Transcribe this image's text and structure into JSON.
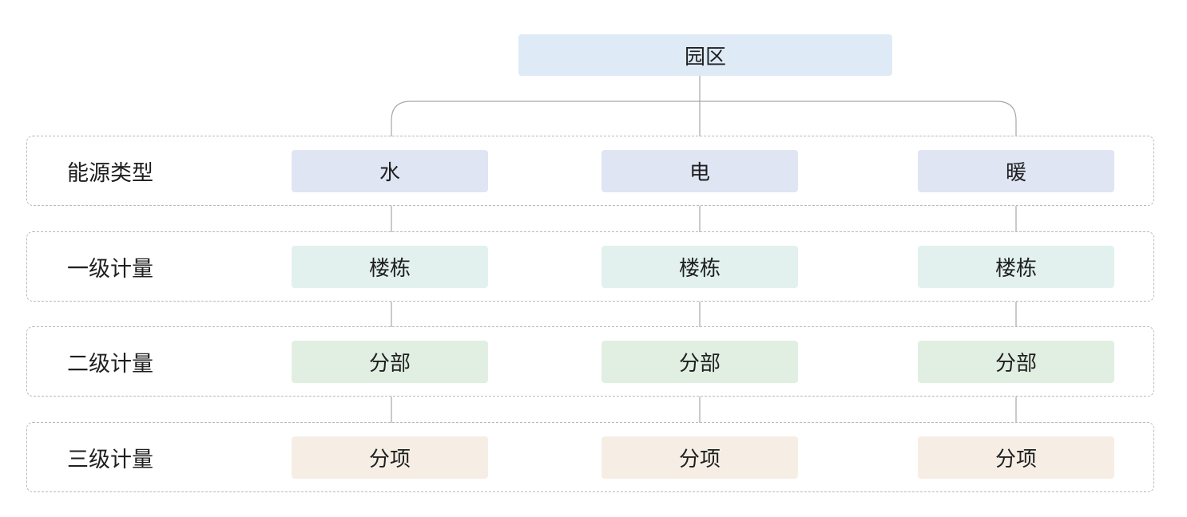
{
  "root": {
    "label": "园区",
    "color": "#dfeaf7"
  },
  "rows": [
    {
      "label": "能源类型",
      "color": "#e0e5f4",
      "cells": [
        "水",
        "电",
        "暖"
      ]
    },
    {
      "label": "一级计量",
      "color": "#e2f1ee",
      "cells": [
        "楼栋",
        "楼栋",
        "楼栋"
      ]
    },
    {
      "label": "二级计量",
      "color": "#e1efe2",
      "cells": [
        "分部",
        "分部",
        "分部"
      ]
    },
    {
      "label": "三级计量",
      "color": "#f6eee4",
      "cells": [
        "分项",
        "分项",
        "分项"
      ]
    }
  ],
  "colors": {
    "connector": "#a6a6a6",
    "dashed_border": "#b9b9b9"
  }
}
